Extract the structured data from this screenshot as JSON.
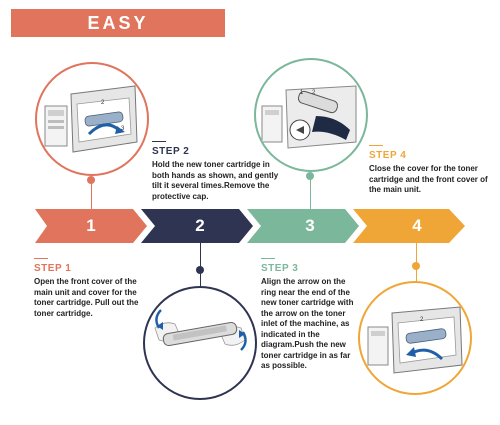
{
  "title": "EASY INSTALLATION",
  "colors": {
    "step1": "#e0745c",
    "step2": "#2f3452",
    "step3": "#7bb79a",
    "step4": "#f0a637"
  },
  "steps": [
    {
      "number": "1",
      "title": "STEP 1",
      "description": "Open the front cover of the main unit and cover for the toner cartridge. Pull out the toner cartridge.",
      "illustration": "printer-open-cover-icon"
    },
    {
      "number": "2",
      "title": "STEP 2",
      "description": "Hold the new toner cartridge in both hands as shown, and gently tilt it several times.Remove the protective cap.",
      "illustration": "toner-cartridge-shake-icon"
    },
    {
      "number": "3",
      "title": "STEP 3",
      "description": "Align the arrow on the ring near the end of the new toner cartridge with the arrow on the toner inlet of the machine, as indicated in the diagram.Push the new toner cartridge in as far as possible.",
      "illustration": "insert-cartridge-icon"
    },
    {
      "number": "4",
      "title": "STEP 4",
      "description": "Close the cover for the toner cartridge and the front cover of the main unit.",
      "illustration": "close-cover-icon"
    }
  ]
}
